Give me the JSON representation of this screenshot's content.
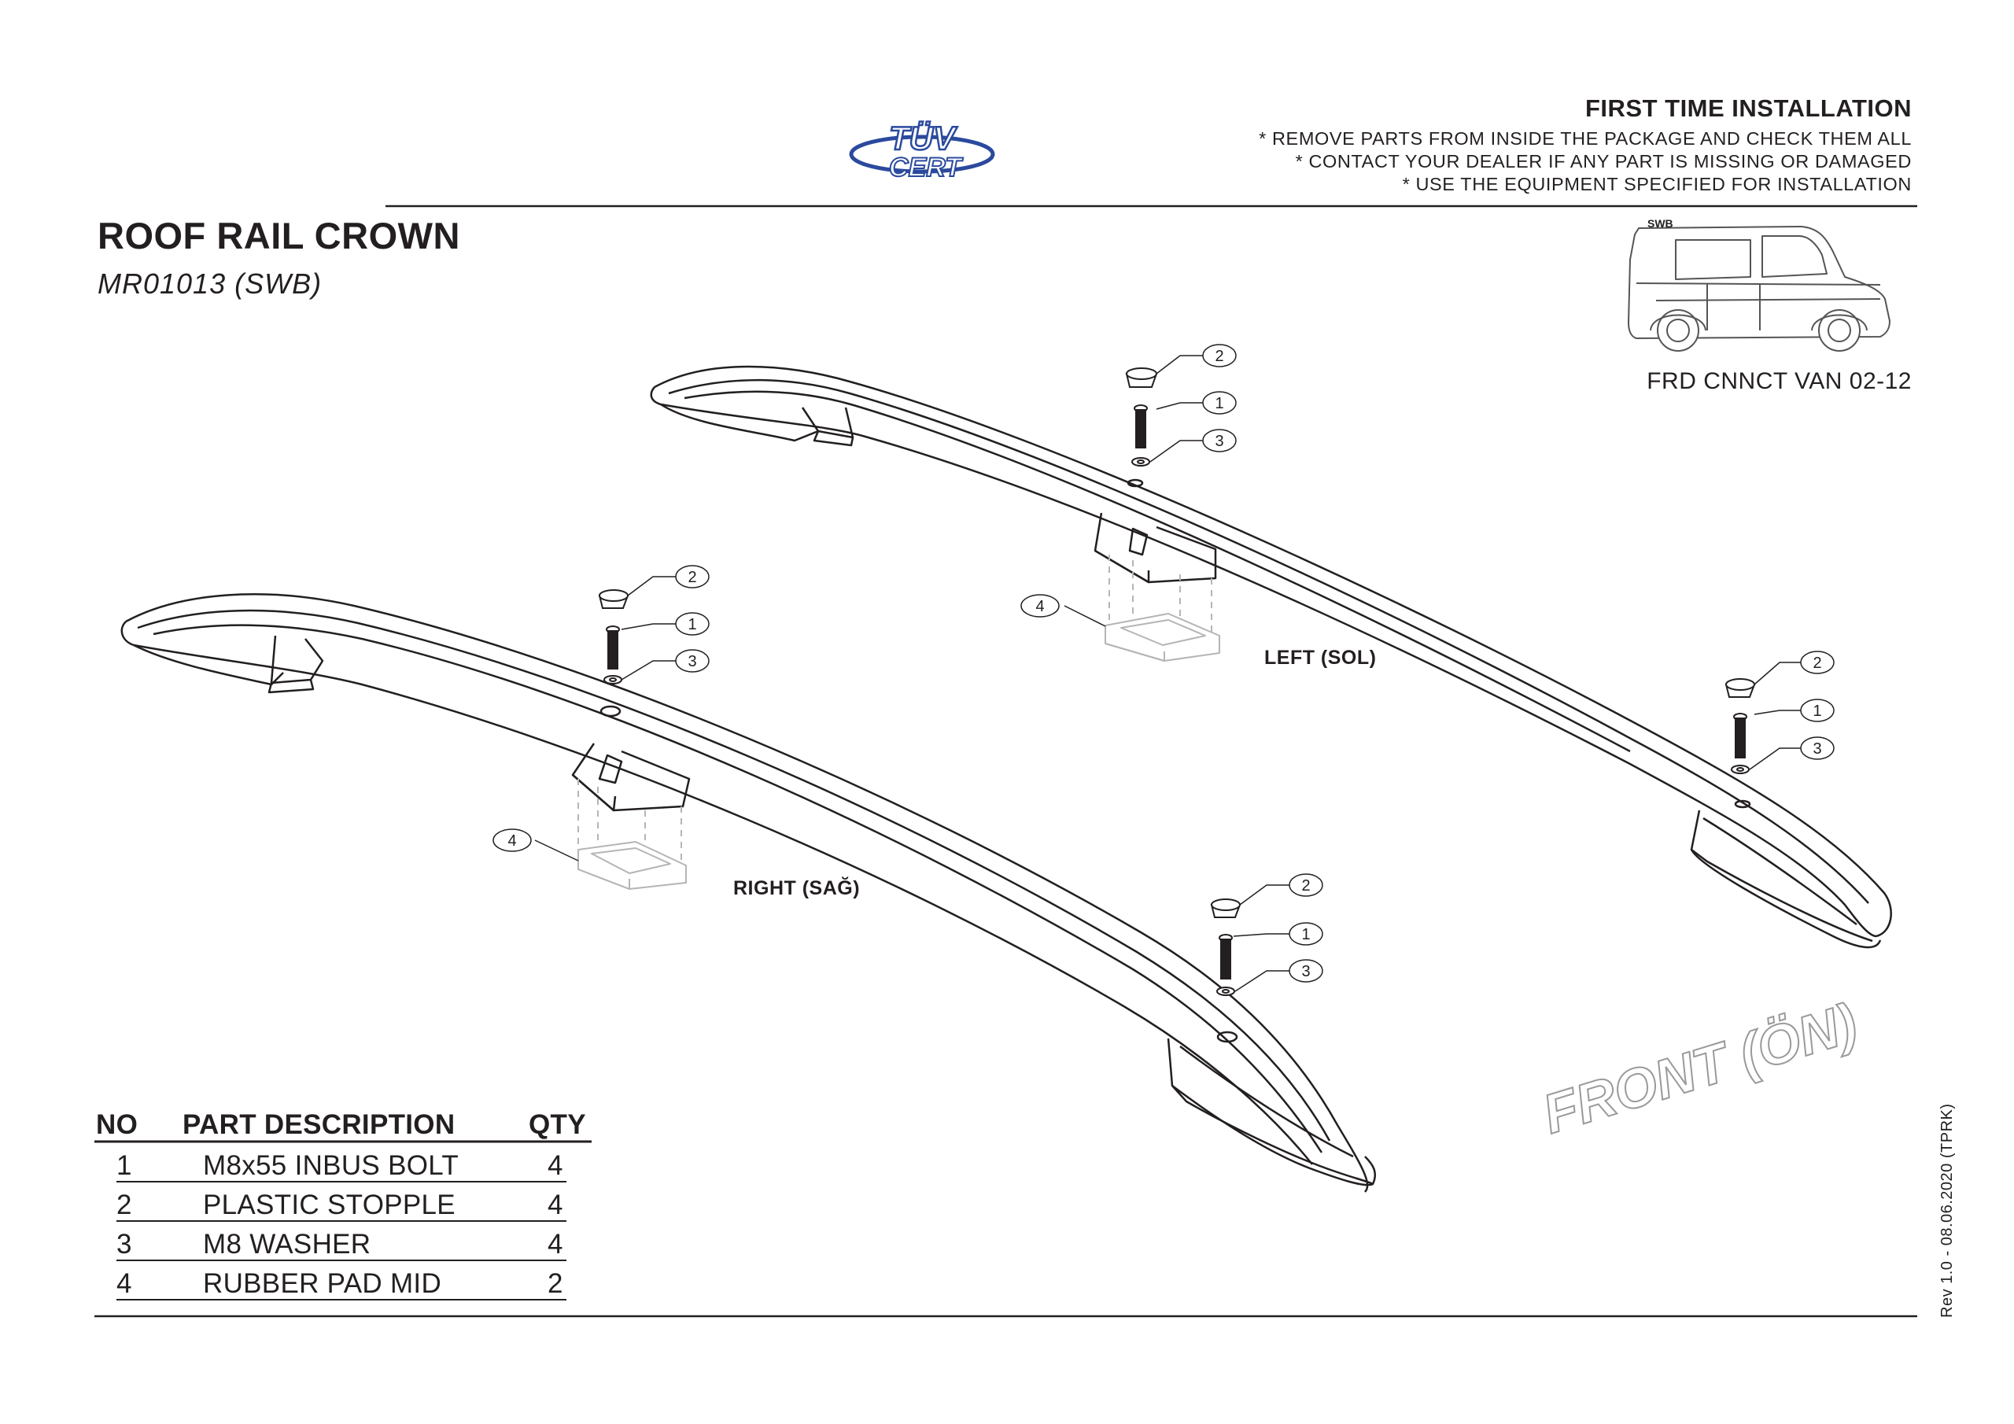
{
  "header": {
    "installation_title": "FIRST TIME INSTALLATION",
    "instructions": [
      "* REMOVE PARTS FROM INSIDE THE PACKAGE AND CHECK THEM ALL",
      "* CONTACT YOUR DEALER IF ANY PART IS MISSING OR DAMAGED",
      "* USE THE EQUIPMENT SPECIFIED FOR INSTALLATION"
    ],
    "logo_top": "TÜV",
    "logo_bottom": "CERT"
  },
  "product": {
    "title": "ROOF RAIL CROWN",
    "code": "MR01013 (SWB)"
  },
  "vehicle": {
    "badge": "SWB",
    "name": "FRD CNNCT VAN 02-12"
  },
  "diagram": {
    "left_label": "LEFT (SOL)",
    "right_label": "RIGHT (SAĞ)",
    "front_label": "FRONT (ÖN)",
    "callouts": {
      "bolt": "1",
      "stopple": "2",
      "washer": "3",
      "pad": "4"
    }
  },
  "parts_table": {
    "headers": [
      "NO",
      "PART DESCRIPTION",
      "QTY"
    ],
    "rows": [
      {
        "no": "1",
        "description": "M8x55 INBUS BOLT",
        "qty": "4"
      },
      {
        "no": "2",
        "description": "PLASTIC STOPPLE",
        "qty": "4"
      },
      {
        "no": "3",
        "description": "M8 WASHER",
        "qty": "4"
      },
      {
        "no": "4",
        "description": "RUBBER PAD MID",
        "qty": "2"
      }
    ]
  },
  "revision": "Rev 1.0 - 08.06.2020 (TPRK)",
  "colors": {
    "ink": "#231f20",
    "logo_blue": "#2b4a9e",
    "ghost_grey": "#b5b5b5"
  }
}
